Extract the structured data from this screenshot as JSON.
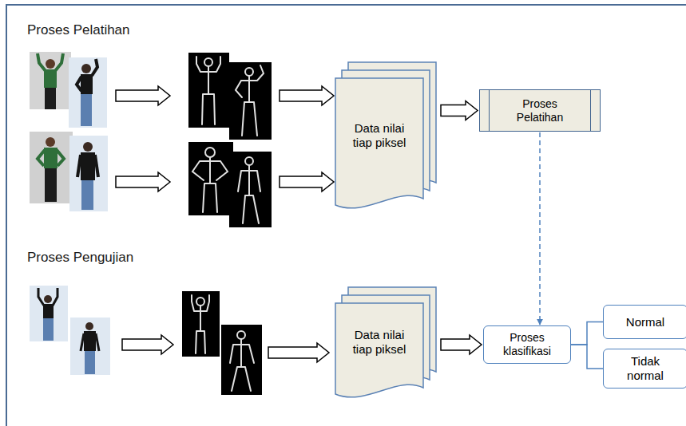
{
  "diagram": {
    "nodes": [
      {
        "text": [
          "Data nilai tiap piksel"
        ]
      },
      {
        "text": [
          "Proses Pelatihan"
        ]
      },
      {
        "text": [
          "Data nilai tiap piksel"
        ]
      },
      {
        "text": [
          "Proses klasifikasi"
        ]
      },
      {
        "text": [
          "Normal"
        ]
      },
      {
        "text": [
          "Tidak normal"
        ]
      }
    ],
    "edges": [
      {
        "from": 0,
        "to": 1,
        "arrow": "to"
      },
      {
        "from": 1,
        "to": 3,
        "arrow": "to"
      },
      {
        "from": 2,
        "to": 3,
        "arrow": "to"
      },
      {
        "from": 3,
        "to": 4,
        "arrow": "none"
      },
      {
        "from": 3,
        "to": 5,
        "arrow": "none"
      }
    ],
    "labels": [
      "Proses Pelatihan",
      "Proses Pengujian"
    ]
  }
}
